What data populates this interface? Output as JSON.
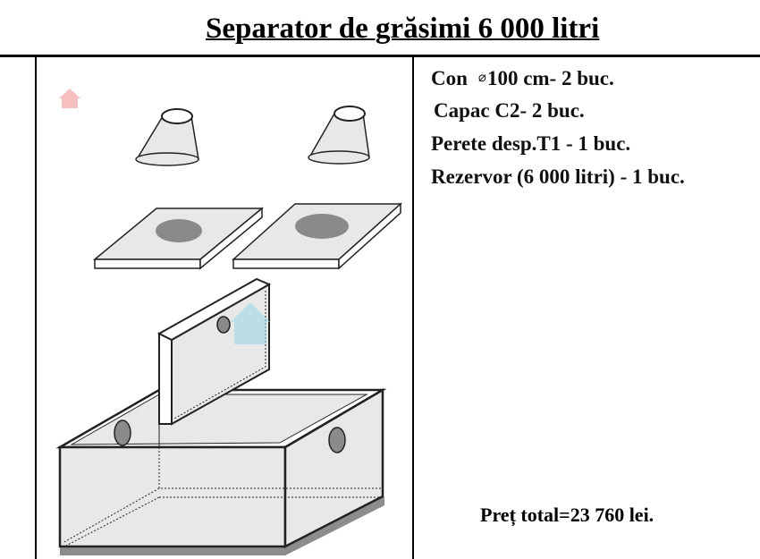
{
  "title": "Separator de grăsimi 6 000 litri",
  "components": [
    {
      "prefix": "Con",
      "symbol": "⌀",
      "label": "100 cm- 2 buc."
    },
    {
      "label": "Capac C2- 2 buc."
    },
    {
      "label": "Perete desp.T1 - 1 buc."
    },
    {
      "label": "Rezervor (6 000 litri) - 1 buc."
    }
  ],
  "price": "Preț total=23 760 lei.",
  "colors": {
    "fill": "#e8e8e8",
    "hole": "#8a8a8a",
    "base": "#8c8c8c",
    "watermark": "#9fd4e6"
  }
}
